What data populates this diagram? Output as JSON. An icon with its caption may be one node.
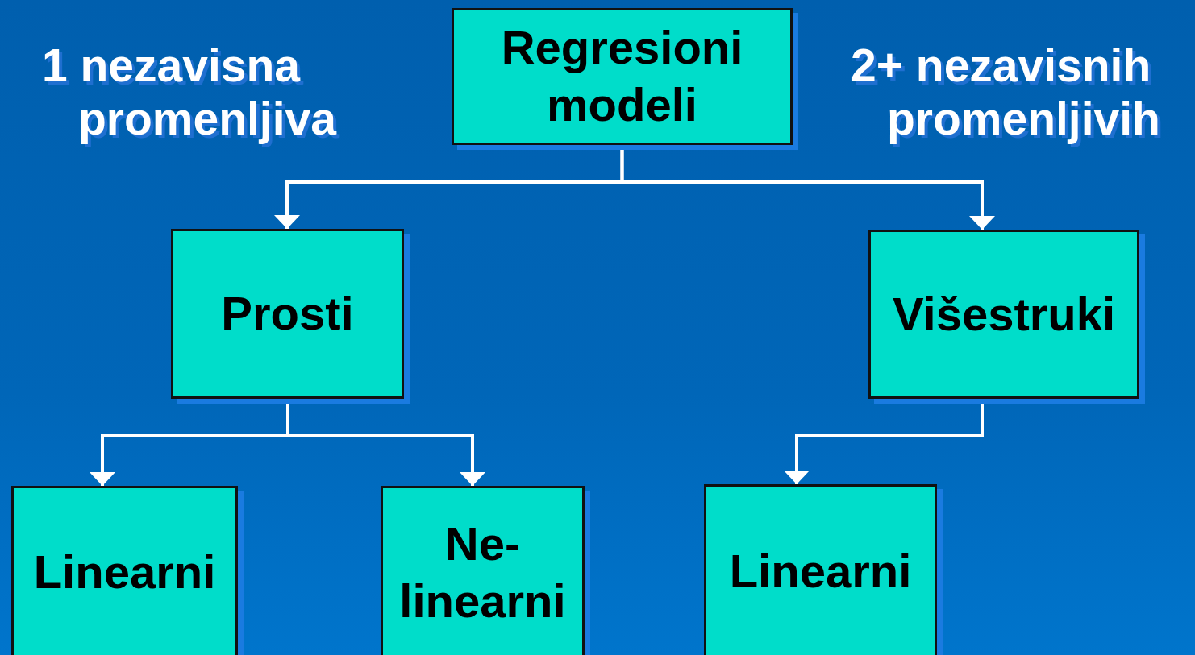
{
  "diagram": {
    "nodes": [
      {
        "text": [
          "Regresioni modeli"
        ]
      },
      {
        "text": [
          "Prosti"
        ]
      },
      {
        "text": [
          "Višestruki"
        ]
      },
      {
        "text": [
          "Linearni"
        ]
      },
      {
        "text": [
          "Ne-linearni"
        ]
      },
      {
        "text": [
          "Linearni"
        ]
      }
    ],
    "edges": [
      {
        "from": 0,
        "to": 1,
        "arrow": "to"
      },
      {
        "from": 0,
        "to": 2,
        "arrow": "to"
      },
      {
        "from": 1,
        "to": 3,
        "arrow": "to"
      },
      {
        "from": 1,
        "to": 4,
        "arrow": "to"
      },
      {
        "from": 2,
        "to": 5,
        "arrow": "to"
      }
    ],
    "labels": [
      "1 nezavisna promenljiva",
      "2+ nezavisnih promenljivih"
    ]
  }
}
